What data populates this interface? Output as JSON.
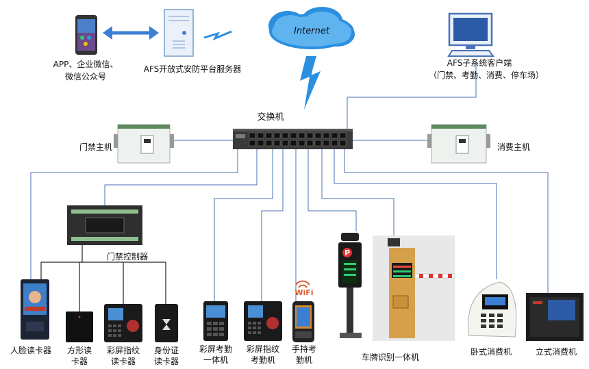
{
  "internet": {
    "label": "Internet"
  },
  "switch": {
    "label": "交换机"
  },
  "app": {
    "line1": "APP、企业微信、",
    "line2": "微信公众号"
  },
  "server": {
    "label": "AFS开放式安防平台服务器"
  },
  "client": {
    "line1": "AFS子系统客户端",
    "line2": "（门禁、考勤、消费、停车场）"
  },
  "access_host": {
    "label": "门禁主机"
  },
  "consume_host": {
    "label": "消费主机"
  },
  "access_controller": {
    "label": "门禁控制器"
  },
  "wifi": {
    "label": "WiFi"
  },
  "parking": {
    "sign": "P",
    "label": "车牌识别一体机"
  },
  "devices": {
    "face_reader": {
      "label": "人脸读卡器"
    },
    "square_reader": {
      "line1": "方形读",
      "line2": "卡器"
    },
    "color_fp_reader": {
      "line1": "彩屏指纹",
      "line2": "读卡器"
    },
    "id_reader": {
      "line1": "身份证",
      "line2": "读卡器"
    },
    "color_att": {
      "line1": "彩屏考勤",
      "line2": "一体机"
    },
    "color_fp_att": {
      "line1": "彩屏指纹",
      "line2": "考勤机"
    },
    "handheld_att": {
      "line1": "手持考",
      "line2": "勤机"
    },
    "desk_pos": {
      "label": "卧式消费机"
    },
    "stand_pos": {
      "label": "立式消费机"
    }
  },
  "colors": {
    "line": "#4a6fb5",
    "green_line": "#9bc69b",
    "lightning": "#2b8fe0",
    "cloud": "#2b8fe0"
  }
}
